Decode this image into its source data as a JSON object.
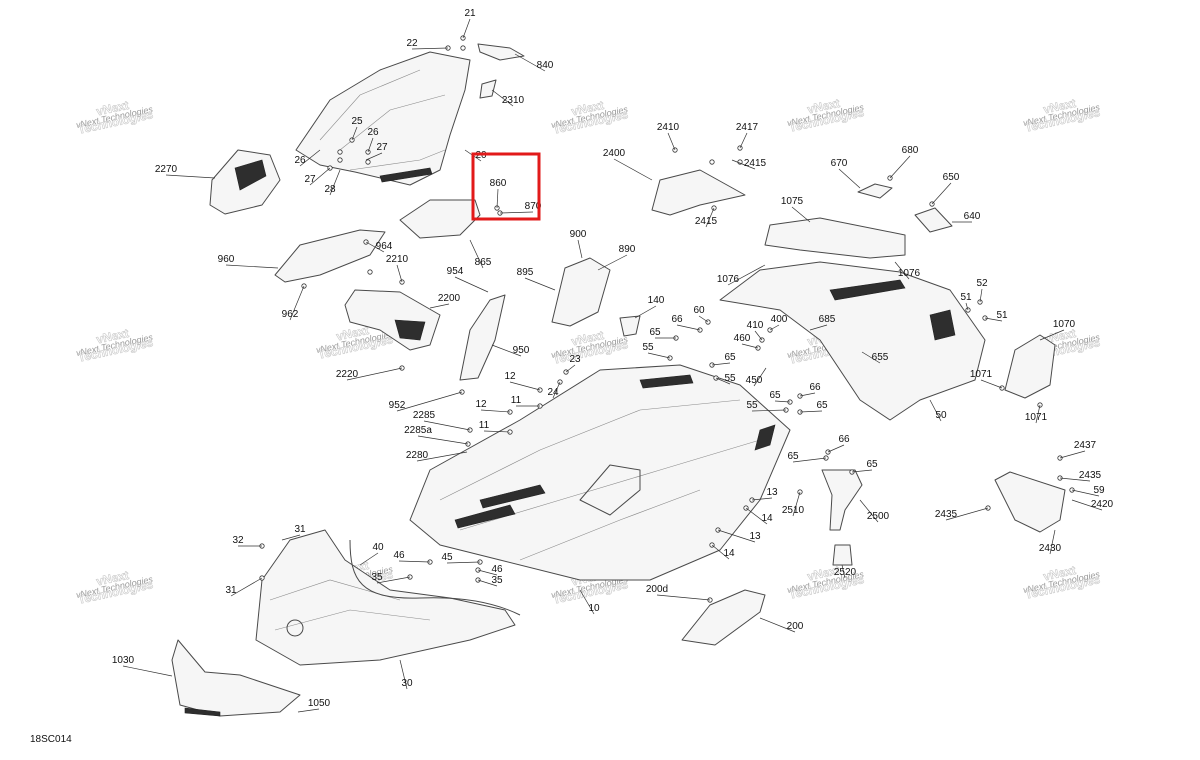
{
  "diagram": {
    "code": "18SC014",
    "watermark": {
      "line1": "vNext",
      "line2": "Technologies",
      "small": "vNext Technologies"
    },
    "callouts": [
      "21",
      "22",
      "840",
      "2310",
      "25",
      "26",
      "26",
      "27",
      "27",
      "28",
      "20",
      "860",
      "870",
      "2270",
      "2410",
      "2417",
      "2400",
      "2415",
      "2415",
      "670",
      "680",
      "650",
      "640",
      "1075",
      "1076",
      "1076",
      "900",
      "890",
      "895",
      "960",
      "964",
      "2210",
      "865",
      "954",
      "2200",
      "962",
      "950",
      "2220",
      "140",
      "60",
      "66",
      "65",
      "55",
      "65",
      "55",
      "410",
      "460",
      "400",
      "685",
      "450",
      "655",
      "52",
      "51",
      "51",
      "1070",
      "1071",
      "1071",
      "50",
      "23",
      "12",
      "24",
      "11",
      "12",
      "11",
      "952",
      "2285",
      "2285a",
      "2280",
      "55",
      "66",
      "65",
      "65",
      "66",
      "65",
      "65",
      "2437",
      "2435",
      "59",
      "2420",
      "2435",
      "2430",
      "13",
      "14",
      "2510",
      "2500",
      "13",
      "14",
      "2520",
      "32",
      "31",
      "31",
      "40",
      "46",
      "45",
      "46",
      "35",
      "35",
      "10",
      "200d",
      "200",
      "1030",
      "1050",
      "30"
    ]
  }
}
